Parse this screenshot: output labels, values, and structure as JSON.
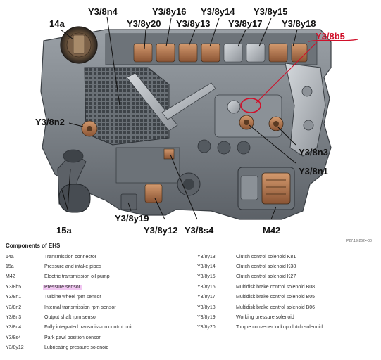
{
  "figure": {
    "callouts": {
      "c_14a": "14a",
      "c_y3_8n4": "Y3/8n4",
      "c_y3_8y20": "Y3/8y20",
      "c_y3_8y16": "Y3/8y16",
      "c_y3_8y13": "Y3/8y13",
      "c_y3_8y14": "Y3/8y14",
      "c_y3_8y17": "Y3/8y17",
      "c_y3_8y15": "Y3/8y15",
      "c_y3_8y18": "Y3/8y18",
      "c_y3_8b5": "Y3/8b5",
      "c_y3_8n2": "Y3/8n2",
      "c_y3_8n3": "Y3/8n3",
      "c_y3_8n1": "Y3/8n1",
      "c_15a": "15a",
      "c_y3_8y19": "Y3/8y19",
      "c_y3_8y12": "Y3/8y12",
      "c_y3_8s4": "Y3/8s4",
      "c_m42": "M42"
    },
    "reference": "P27.19-2624-00"
  },
  "legend": {
    "title": "Components of EHS",
    "left": [
      {
        "code": "14a",
        "desc": "Transmission connector"
      },
      {
        "code": "15a",
        "desc": "Pressure and intake pipes"
      },
      {
        "code": "M42",
        "desc": "Electric transmission oil pump"
      },
      {
        "code": "Y3/8b5",
        "desc": "Pressure sensor",
        "highlight": true
      },
      {
        "code": "Y3/8n1",
        "desc": "Turbine wheel rpm sensor"
      },
      {
        "code": "Y3/8n2",
        "desc": "Internal transmission rpm sensor"
      },
      {
        "code": "Y3/8n3",
        "desc": "Output shaft rpm sensor"
      },
      {
        "code": "Y3/8n4",
        "desc": "Fully integrated transmission control unit"
      },
      {
        "code": "Y3/8s4",
        "desc": "Park pawl position sensor"
      },
      {
        "code": "Y3/8y12",
        "desc": "Lubricating pressure solenoid"
      }
    ],
    "right": [
      {
        "code": "Y3/8y13",
        "desc": "Clutch control solenoid K81"
      },
      {
        "code": "Y3/8y14",
        "desc": "Clutch control solenoid K38"
      },
      {
        "code": "Y3/8y15",
        "desc": "Clutch control solenoid K27"
      },
      {
        "code": "Y3/8y16",
        "desc": "Multidisk brake control solenoid B08"
      },
      {
        "code": "Y3/8y17",
        "desc": "Multidisk brake control solenoid B05"
      },
      {
        "code": "Y3/8y18",
        "desc": "Multidisk brake control solenoid B06"
      },
      {
        "code": "Y3/8y19",
        "desc": "Working pressure solenoid"
      },
      {
        "code": "Y3/8y20",
        "desc": "Torque converter lockup clutch solenoid"
      }
    ]
  },
  "colors": {
    "casting": "#7c8288",
    "casting_dark": "#4a4f55",
    "casting_light": "#b4b9be",
    "copper": "#b8764a",
    "annotation_red": "#d0102a",
    "highlight": "#f1c6f2"
  }
}
